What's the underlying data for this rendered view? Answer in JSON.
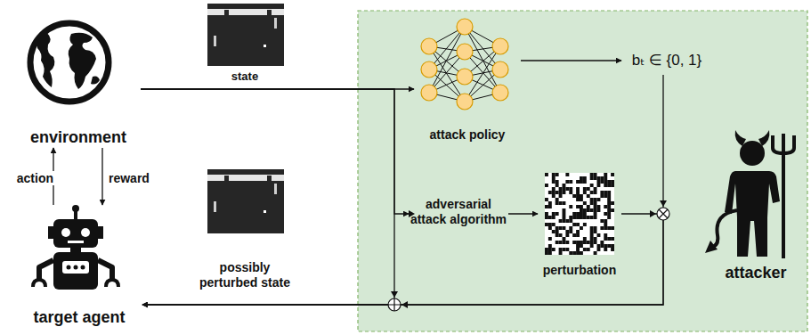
{
  "diagram": {
    "nodes": [
      {
        "text": [
          "environment"
        ]
      },
      {
        "text": [
          "state"
        ]
      },
      {
        "text": [
          "attack policy"
        ]
      },
      {
        "text": [
          "bₜ ∈ {0, 1}"
        ]
      },
      {
        "text": [
          "adversarial attack algorithm"
        ]
      },
      {
        "text": [
          "perturbation"
        ]
      },
      {
        "text": [
          "attacker"
        ]
      },
      {
        "text": [
          "target agent"
        ]
      },
      {
        "text": [
          "possibly perturbed state"
        ]
      }
    ],
    "edges": [
      {
        "from": 0,
        "to": 2,
        "arrow": "to"
      },
      {
        "from": 0,
        "to": 4,
        "arrow": "to"
      },
      {
        "from": 4,
        "to": 5,
        "arrow": "to"
      },
      {
        "from": 2,
        "to": 3,
        "arrow": "to"
      },
      {
        "from": 5,
        "to": 7,
        "arrow": "to"
      },
      {
        "from": 3,
        "to": 7,
        "arrow": "to"
      },
      {
        "from": 0,
        "to": 7,
        "arrow": "to"
      },
      {
        "from": 7,
        "to": 0,
        "label": "action",
        "arrow": "to"
      },
      {
        "from": 0,
        "to": 7,
        "label": "reward",
        "arrow": "to"
      }
    ]
  }
}
